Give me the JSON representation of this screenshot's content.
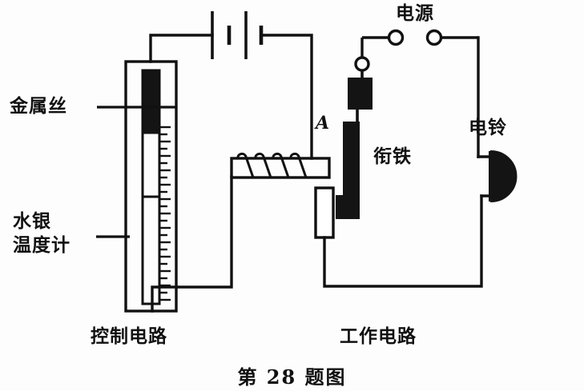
{
  "figure": {
    "caption": "第 28 题图",
    "title_number": "28"
  },
  "labels": {
    "metal_wire": "金属丝",
    "mercury_thermometer_line1": "水银",
    "mercury_thermometer_line2": "温度计",
    "power_source": "电源",
    "armature": "衔铁",
    "electric_bell": "电铃",
    "point_a": "A",
    "control_circuit": "控制电路",
    "working_circuit": "工作电路"
  },
  "colors": {
    "ink": "#111111",
    "fill_black": "#141414",
    "paper": "#fdfdfd"
  },
  "components": {
    "battery": {
      "name": "battery",
      "cells": 2,
      "plate_pattern": "long-short-long-short"
    },
    "thermometer": {
      "name": "mercury-thermometer",
      "mercury_column": "black",
      "scale_ticks": 26
    },
    "electromagnet": {
      "name": "electromagnet-coil",
      "turns": 5,
      "orientation": "horizontal"
    },
    "relay_contact": {
      "name": "relay-contact",
      "terminal_shape": "circle"
    },
    "bell": {
      "name": "electric-bell",
      "shape": "filled-semicircle"
    },
    "power_terminals": {
      "name": "power-source-terminals",
      "count": 2,
      "shape": "circle"
    }
  }
}
